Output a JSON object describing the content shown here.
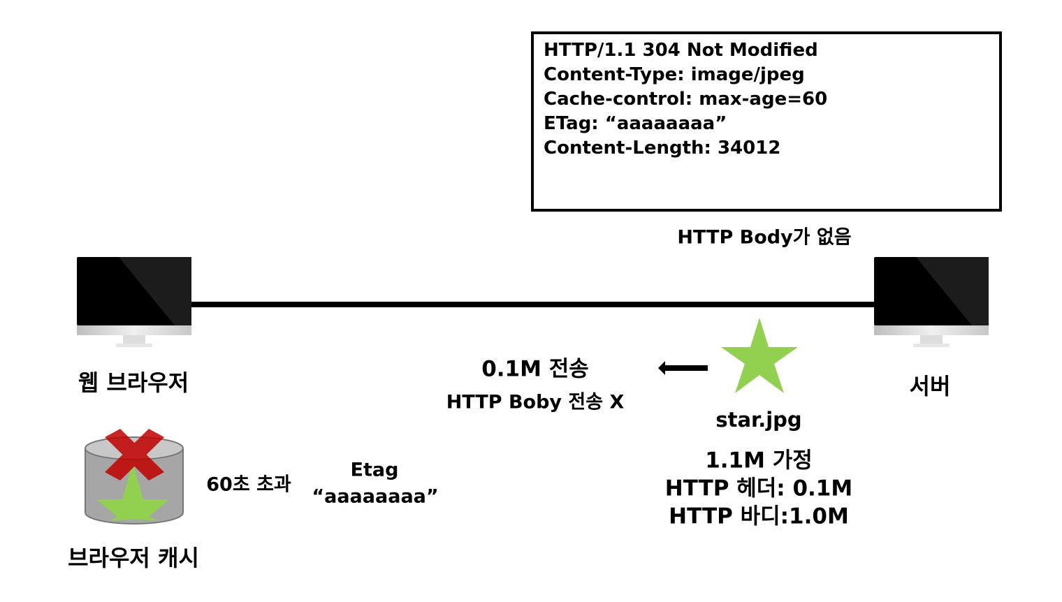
{
  "response": {
    "lines": [
      "HTTP/1.1 304 Not Modified",
      "Content-Type: image/jpeg",
      "Cache-control: max-age=60",
      "ETag: “aaaaaaaa”",
      "Content-Length: 34012"
    ],
    "note": "HTTP Body가 없음"
  },
  "client": {
    "label": "웹 브라우저",
    "cache_label": "브라우저 캐시",
    "expired": "60초 초과"
  },
  "etag": {
    "title": "Etag",
    "value": "“aaaaaaaa”"
  },
  "transfer": {
    "size": "0.1M 전송",
    "note": "HTTP Boby 전송 X"
  },
  "server": {
    "label": "서버",
    "file": "star.jpg",
    "assume": "1.1M 가정",
    "header": "HTTP 헤더: 0.1M",
    "body": "HTTP 바디:1.0M"
  },
  "colors": {
    "star": "#92d050",
    "cross": "#c00000",
    "cylinder": "#a6a6a6"
  },
  "icons": [
    "monitor-icon",
    "star-icon",
    "arrow-left-icon",
    "cache-cylinder-icon",
    "cross-icon"
  ]
}
